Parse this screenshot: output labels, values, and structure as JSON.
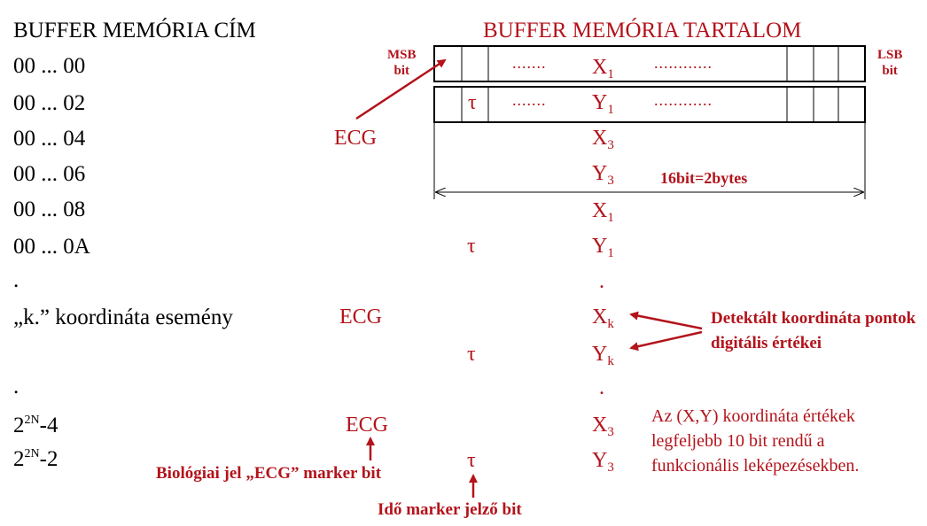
{
  "left_column": {
    "header": "BUFFER MEMÓRIA CÍM",
    "rows": [
      "00 ... 00",
      "00 ... 02",
      "00 ... 04",
      "00 ... 06",
      "00 ... 08",
      "00 ... 0A",
      ".",
      "„k.” koordináta esemény",
      ".",
      "-4",
      "-2"
    ],
    "power_base": "2",
    "power_exp": "2N"
  },
  "right_header": "BUFFER MEMÓRIA TARTALOM",
  "msb_label": "MSB\nbit",
  "lsb_label": "LSB\nbit",
  "register_dots": ".......",
  "register_dots_right": "............",
  "width_label": "16bit=2bytes",
  "markers": {
    "ecg": "ECG",
    "tau": "τ"
  },
  "values": {
    "x": "X",
    "y": "Y",
    "sub_1": "1",
    "sub_3": "3",
    "sub_k": "k",
    "dot": "."
  },
  "annotations": {
    "detected": "Detektált koordináta pontok digitális értékei",
    "note": "Az (X,Y) koordináta értékek legfeljebb 10 bit rendű a funkcionális leképezésekben.",
    "bio_marker": "Biológiai jel „ECG” marker bit",
    "time_marker": "Idő marker jelző bit"
  },
  "colors": {
    "accent": "#b3131b",
    "text": "#000000"
  }
}
